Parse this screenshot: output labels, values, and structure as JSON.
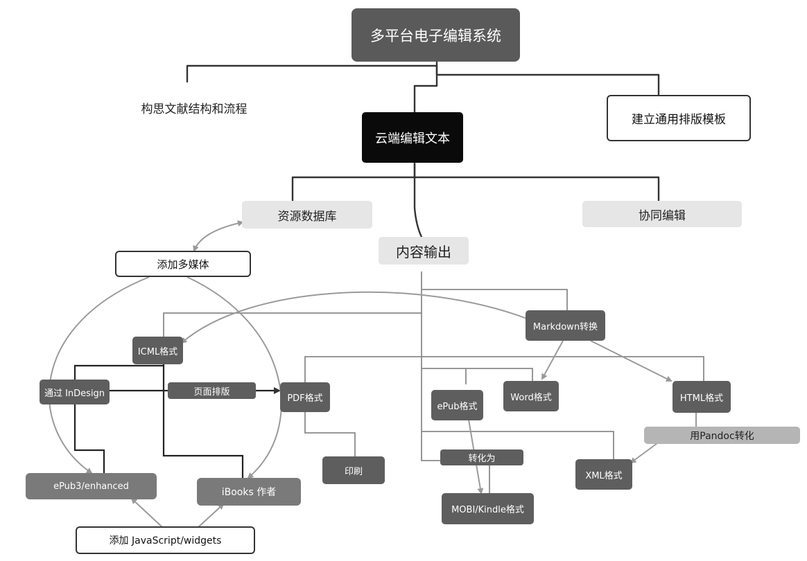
{
  "diagram": {
    "root": "多平台电子编辑系统",
    "concept": "构思文献结构和流程",
    "template": "建立通用排版模板",
    "cloud": "云端编辑文本",
    "resource_db": "资源数据库",
    "collab": "协同编辑",
    "output": "内容输出",
    "add_media": "添加多媒体",
    "markdown": "Markdown转换",
    "icml": "ICML格式",
    "via_indesign": "通过 InDesign",
    "page_layout": "页面排版",
    "pdf": "PDF格式",
    "epub": "ePub格式",
    "word": "Word格式",
    "html": "HTML格式",
    "pandoc": "用Pandoc转化",
    "print": "印刷",
    "convert_to": "转化为",
    "xml": "XML格式",
    "epub3": "ePub3/enhanced",
    "ibooks": "iBooks 作者",
    "mobi": "MOBI/Kindle格式",
    "add_js": "添加 JavaScript/widgets"
  },
  "colors": {
    "line": "#333333",
    "arrow": "#999999",
    "root_fill": "#5a5a5a",
    "black_fill": "#0a0a0a",
    "light_fill": "#e6e6e6",
    "dark_fill": "#5e5e5e",
    "pale_fill": "#b5b5b5"
  }
}
